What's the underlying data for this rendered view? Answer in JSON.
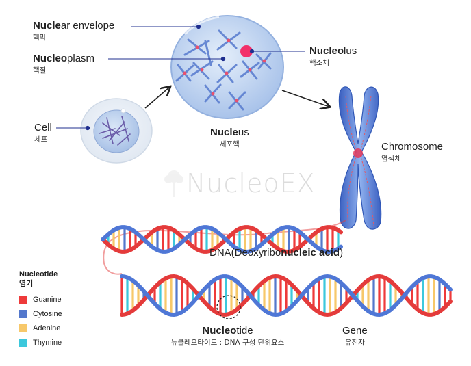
{
  "labels": {
    "nuclear_envelope": {
      "bold": "Nucle",
      "rest": "ar envelope",
      "ko": "핵막"
    },
    "nucleoplasm": {
      "bold": "Nucleo",
      "rest": "plasm",
      "ko": "핵질"
    },
    "nucleolus": {
      "bold": "Nucleo",
      "rest": "lus",
      "ko": "핵소체"
    },
    "cell": {
      "text": "Cell",
      "ko": "세포"
    },
    "nucleus": {
      "bold": "Nucle",
      "rest": "us",
      "ko": "세포핵"
    },
    "chromosome": {
      "text": "Chromosome",
      "ko": "염색체"
    },
    "dna": {
      "pre": "DNA(Deoxyribo",
      "bold": "nucleic acid",
      "post": ")"
    },
    "nucleotide": {
      "bold": "Nucleo",
      "rest": "tide",
      "ko": "뉴클레오타이드 : DNA 구성 단위요소"
    },
    "gene": {
      "text": "Gene",
      "ko": "유전자"
    }
  },
  "watermark": "NucleoEX",
  "legend": {
    "title": "Nucleotide",
    "title_ko": "염기",
    "items": [
      {
        "label": "Guanine",
        "color": "#ee3a3a"
      },
      {
        "label": "Cytosine",
        "color": "#5478cc"
      },
      {
        "label": "Adenine",
        "color": "#f7c86a"
      },
      {
        "label": "Thymine",
        "color": "#3cc8dc"
      }
    ]
  },
  "colors": {
    "backbone_red": "#e43b3b",
    "backbone_blue": "#4f77d6",
    "chromosome_blue": "#5a82d8",
    "nucleus_fill": "#c6d9f1",
    "nucleolus": "#f2306a",
    "pointer_line": "#1f2f8f"
  }
}
